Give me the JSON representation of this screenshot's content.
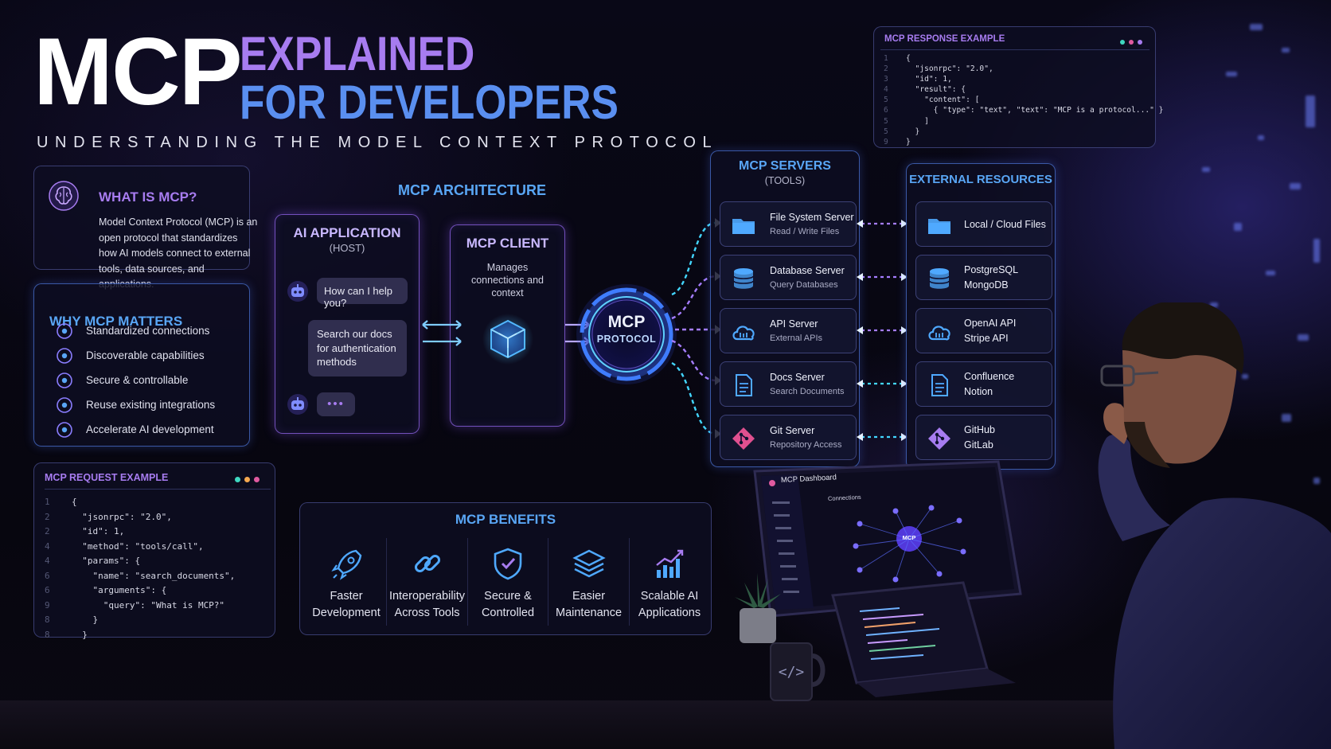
{
  "title": {
    "main": "MCP",
    "line1": "EXPLAINED",
    "line2": "FOR DEVELOPERS",
    "subtitle": "UNDERSTANDING THE MODEL CONTEXT PROTOCOL"
  },
  "what_is": {
    "heading": "WHAT IS MCP?",
    "body": "Model Context Protocol (MCP) is an open protocol that standardizes how AI models connect to external tools, data sources, and applications."
  },
  "why_matters": {
    "heading": "WHY MCP MATTERS",
    "items": [
      "Standardized connections",
      "Discoverable capabilities",
      "Secure & controllable",
      "Reuse existing integrations",
      "Accelerate AI development"
    ]
  },
  "request_example": {
    "heading": "MCP REQUEST EXAMPLE",
    "lines": [
      "{",
      "  \"jsonrpc\": \"2.0\",",
      "  \"id\": 1,",
      "  \"method\": \"tools/call\",",
      "  \"params\": {",
      "    \"name\": \"search_documents\",",
      "    \"arguments\": {",
      "      \"query\": \"What is MCP?\"",
      "    }",
      "  }"
    ],
    "line_numbers": [
      "1",
      "2",
      "2",
      "4",
      "4",
      "6",
      "6",
      "9",
      "8",
      "8"
    ]
  },
  "response_example": {
    "heading": "MCP RESPONSE EXAMPLE",
    "lines": [
      "{",
      "  \"jsonrpc\": \"2.0\",",
      "  \"id\": 1,",
      "  \"result\": {",
      "    \"content\": [",
      "      { \"type\": \"text\", \"text\": \"MCP is a protocol...\" }",
      "    ]",
      "  }",
      "}"
    ],
    "line_numbers": [
      "1",
      "2",
      "3",
      "4",
      "5",
      "6",
      "5",
      "5",
      "9"
    ]
  },
  "architecture": {
    "heading": "MCP ARCHITECTURE",
    "app": {
      "title": "AI APPLICATION",
      "subtitle": "(HOST)",
      "bubble1": "How can I help you?",
      "bubble2": "Search our docs for authentication methods",
      "typing": "•••"
    },
    "client": {
      "title": "MCP CLIENT",
      "subtitle": "Manages connections and context"
    },
    "protocol": {
      "title": "MCP",
      "subtitle": "PROTOCOL"
    }
  },
  "servers": {
    "heading": "MCP SERVERS",
    "subheading": "(TOOLS)",
    "items": [
      {
        "name": "File System Server",
        "desc": "Read / Write Files",
        "icon": "folder-icon"
      },
      {
        "name": "Database Server",
        "desc": "Query Databases",
        "icon": "database-icon"
      },
      {
        "name": "API Server",
        "desc": "External APIs",
        "icon": "cloud-icon"
      },
      {
        "name": "Docs Server",
        "desc": "Search Documents",
        "icon": "document-icon"
      },
      {
        "name": "Git Server",
        "desc": "Repository Access",
        "icon": "git-icon"
      }
    ]
  },
  "resources": {
    "heading": "EXTERNAL RESOURCES",
    "items": [
      {
        "l1": "Local / Cloud Files",
        "l2": "",
        "icon": "folder-icon"
      },
      {
        "l1": "PostgreSQL",
        "l2": "MongoDB",
        "icon": "database-icon"
      },
      {
        "l1": "OpenAI API",
        "l2": "Stripe API",
        "icon": "cloud-icon"
      },
      {
        "l1": "Confluence",
        "l2": "Notion",
        "icon": "document-icon"
      },
      {
        "l1": "GitHub",
        "l2": "GitLab",
        "icon": "git-icon"
      }
    ]
  },
  "benefits": {
    "heading": "MCP BENEFITS",
    "items": [
      {
        "l1": "Faster",
        "l2": "Development",
        "icon": "rocket-icon"
      },
      {
        "l1": "Interoperability",
        "l2": "Across Tools",
        "icon": "link-icon"
      },
      {
        "l1": "Secure &",
        "l2": "Controlled",
        "icon": "shield-icon"
      },
      {
        "l1": "Easier",
        "l2": "Maintenance",
        "icon": "layers-icon"
      },
      {
        "l1": "Scalable AI",
        "l2": "Applications",
        "icon": "chart-icon"
      }
    ]
  },
  "dashboard": {
    "title": "MCP Dashboard",
    "section": "Connections",
    "hub": "MCP"
  },
  "colors": {
    "purple": "#a77cf0",
    "blue": "#59a6f5",
    "cyan": "#3fd7ff",
    "background": "#07060f"
  }
}
